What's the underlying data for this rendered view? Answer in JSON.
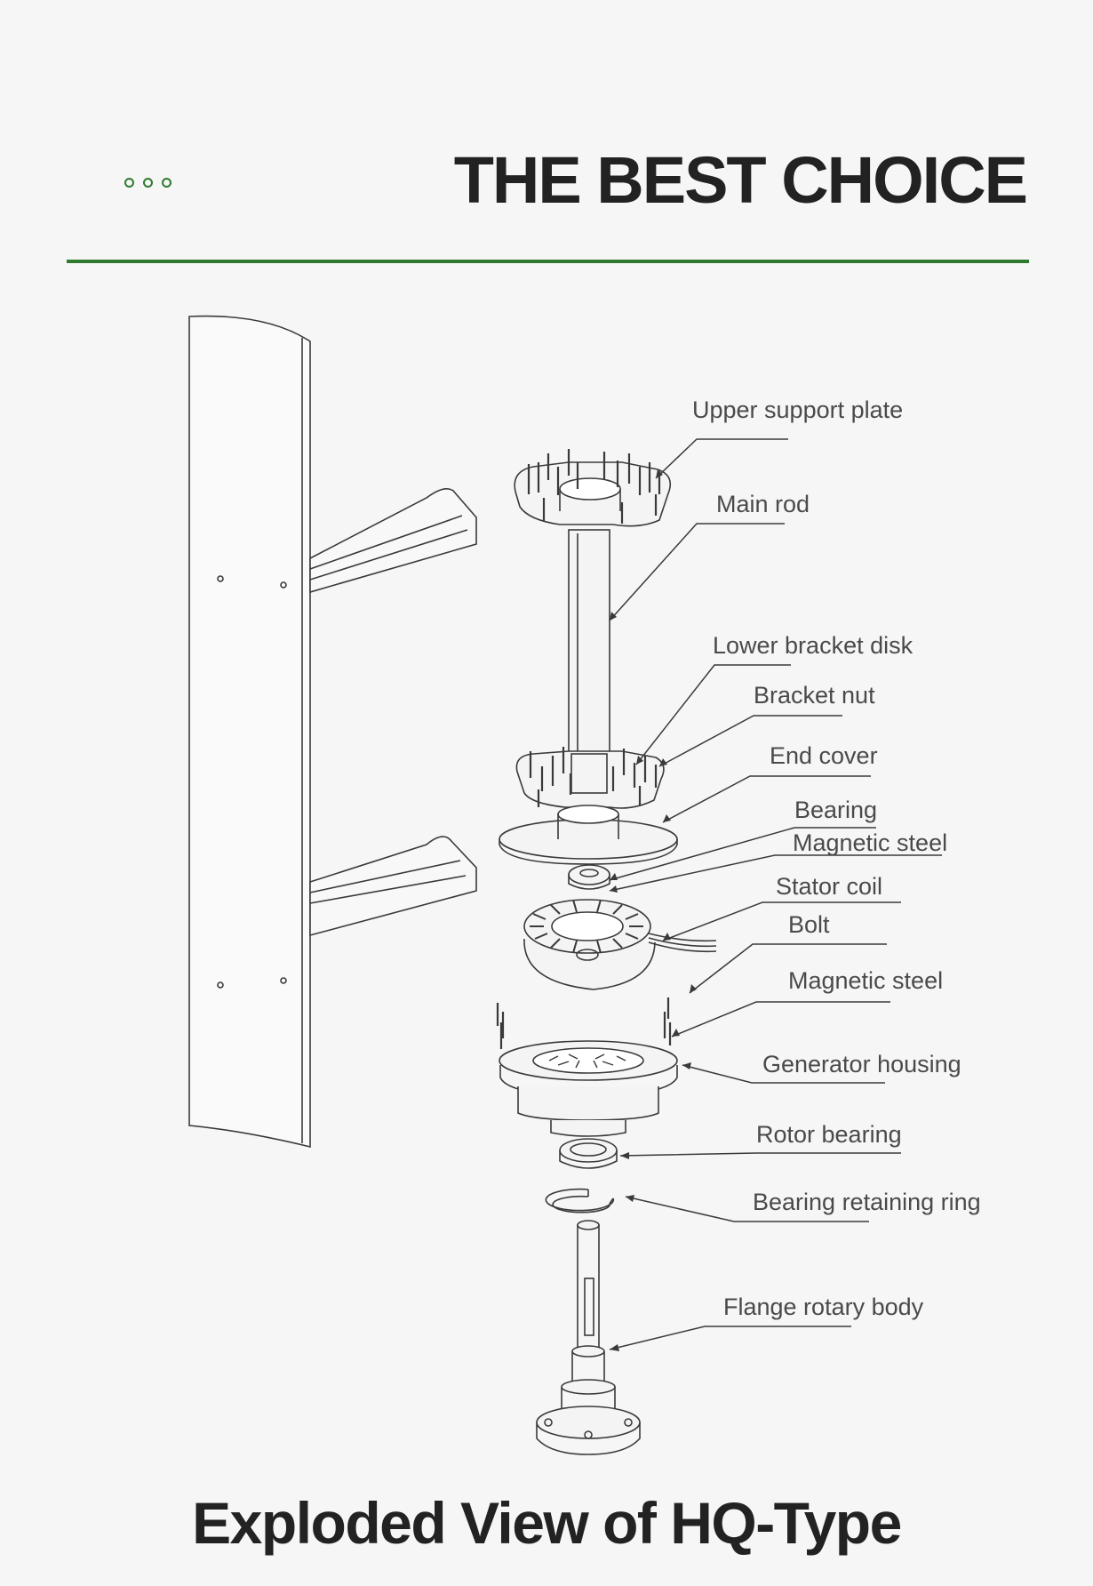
{
  "header": {
    "title": "THE BEST CHOICE",
    "dots_color": "#2f7a2f",
    "rule_color": "#2f7a2f"
  },
  "diagram": {
    "labels": [
      "Upper support plate",
      "Main rod",
      "Lower bracket disk",
      "Bracket nut",
      "End cover",
      "Bearing",
      "Magnetic steel",
      "Stator coil",
      "Bolt",
      "Magnetic steel",
      "Generator housing",
      "Rotor bearing",
      "Bearing retaining ring",
      "Flange rotary body"
    ]
  },
  "footer": {
    "title": "Exploded View of HQ-Type"
  }
}
